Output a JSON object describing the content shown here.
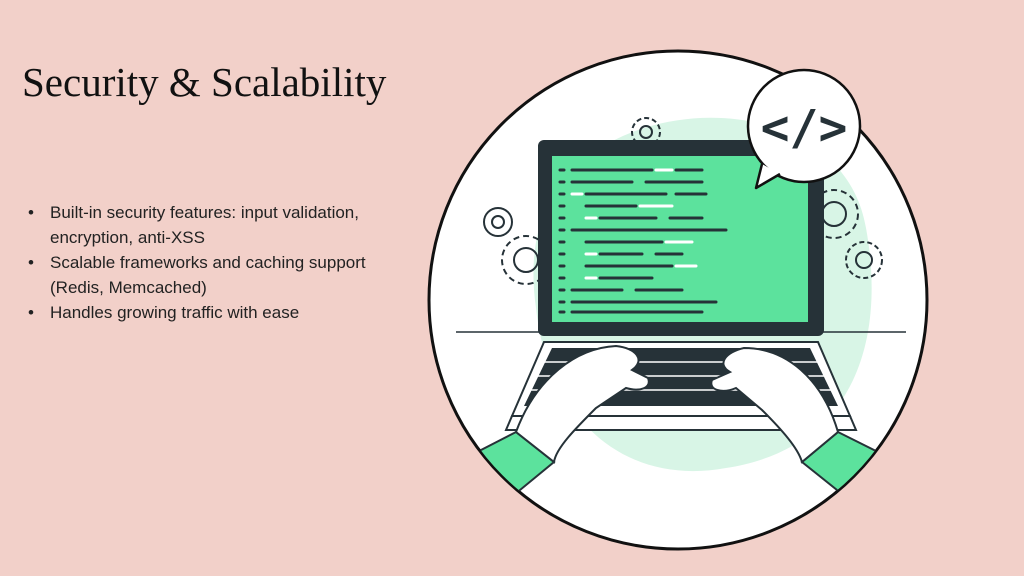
{
  "slide": {
    "title": "Security & Scalability",
    "bullets": [
      "Built-in security features: input validation, encryption, anti-XSS",
      "Scalable frameworks and caching support (Redis, Memcached)",
      "Handles growing traffic with ease"
    ],
    "bullet_marker": "•"
  },
  "illustration": {
    "subject": "laptop-coding-illustration",
    "code_badge": "</>",
    "colors": {
      "background": "#f2d0c9",
      "accent_green": "#5ce29d",
      "dark": "#263238",
      "pale_green": "#d8f5e6"
    }
  }
}
